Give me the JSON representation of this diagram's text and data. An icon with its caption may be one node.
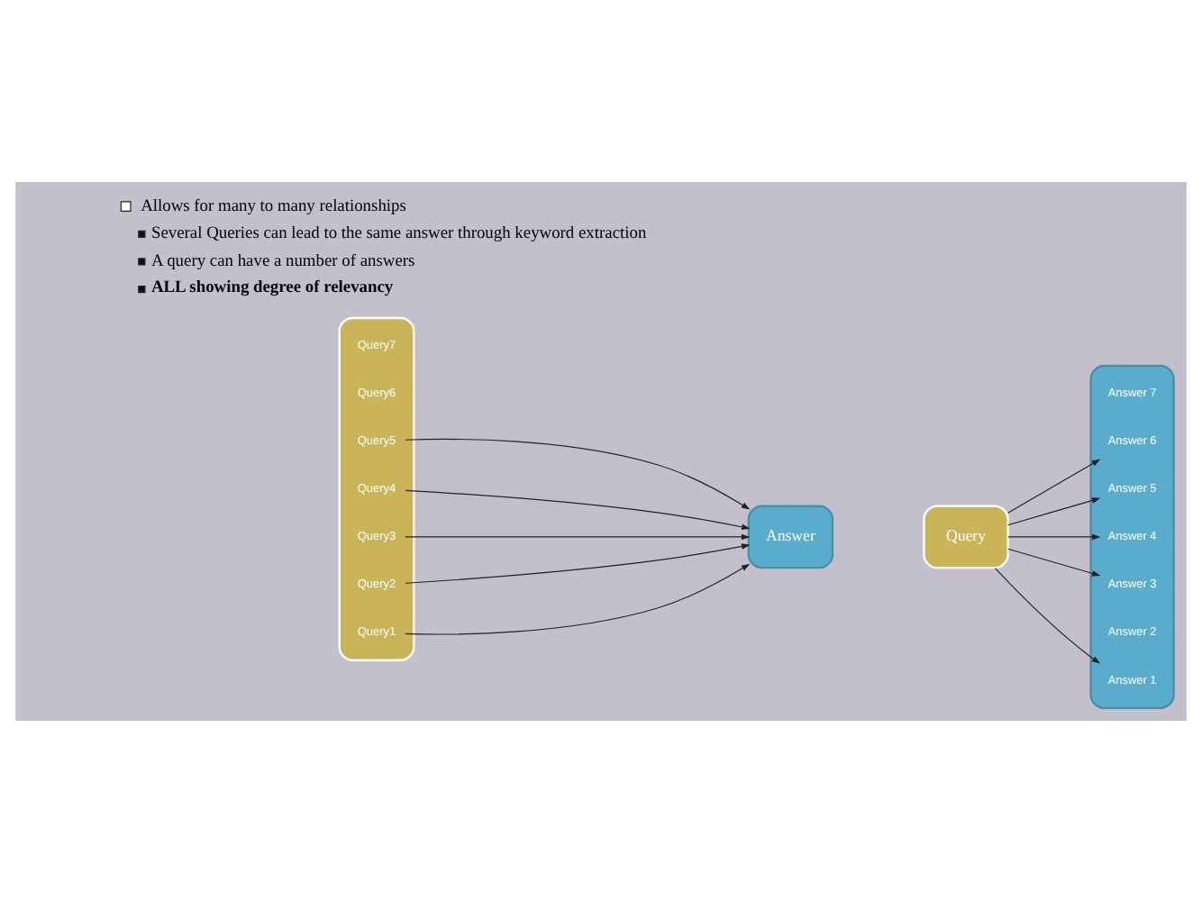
{
  "diagram": {
    "nodes": [
      {
        "text": [],
        "shape": "box"
      },
      {
        "text": [
          "Query1"
        ],
        "in": 0
      },
      {
        "text": [
          "Query2"
        ],
        "in": 0
      },
      {
        "text": [
          "Query3"
        ],
        "in": 0
      },
      {
        "text": [
          "Query4"
        ],
        "in": 0
      },
      {
        "text": [
          "Query5"
        ],
        "in": 0
      },
      {
        "text": [
          "Query6"
        ],
        "in": 0
      },
      {
        "text": [
          "Query7"
        ],
        "in": 0
      },
      {
        "text": [
          "Answer"
        ]
      },
      {
        "text": [
          "Query"
        ]
      },
      {
        "text": [],
        "shape": "box"
      },
      {
        "text": [
          "Answer 1"
        ],
        "in": 10
      },
      {
        "text": [
          "Answer 2"
        ],
        "in": 10
      },
      {
        "text": [
          "Answer 3"
        ],
        "in": 10
      },
      {
        "text": [
          "Answer 4"
        ],
        "in": 10
      },
      {
        "text": [
          "Answer 5"
        ],
        "in": 10
      },
      {
        "text": [
          "Answer 6"
        ],
        "in": 10
      },
      {
        "text": [
          "Answer 7"
        ],
        "in": 10
      }
    ],
    "edges": [
      {
        "from": 1,
        "to": 8,
        "arrow": "to"
      },
      {
        "from": 2,
        "to": 8,
        "arrow": "to"
      },
      {
        "from": 3,
        "to": 8,
        "arrow": "to"
      },
      {
        "from": 4,
        "to": 8,
        "arrow": "to"
      },
      {
        "from": 5,
        "to": 8,
        "arrow": "to"
      },
      {
        "from": 9,
        "to": 11,
        "arrow": "to"
      },
      {
        "from": 9,
        "to": 13,
        "arrow": "to"
      },
      {
        "from": 9,
        "to": 14,
        "arrow": "to"
      },
      {
        "from": 9,
        "to": 15,
        "arrow": "to"
      },
      {
        "from": 9,
        "to": 16,
        "arrow": "to"
      }
    ],
    "labels": [
      "Allows for many to many relationships",
      "Several Queries can lead to the same answer through keyword extraction",
      "A query can have a number of answers",
      "ALL showing degree of relevancy"
    ]
  }
}
